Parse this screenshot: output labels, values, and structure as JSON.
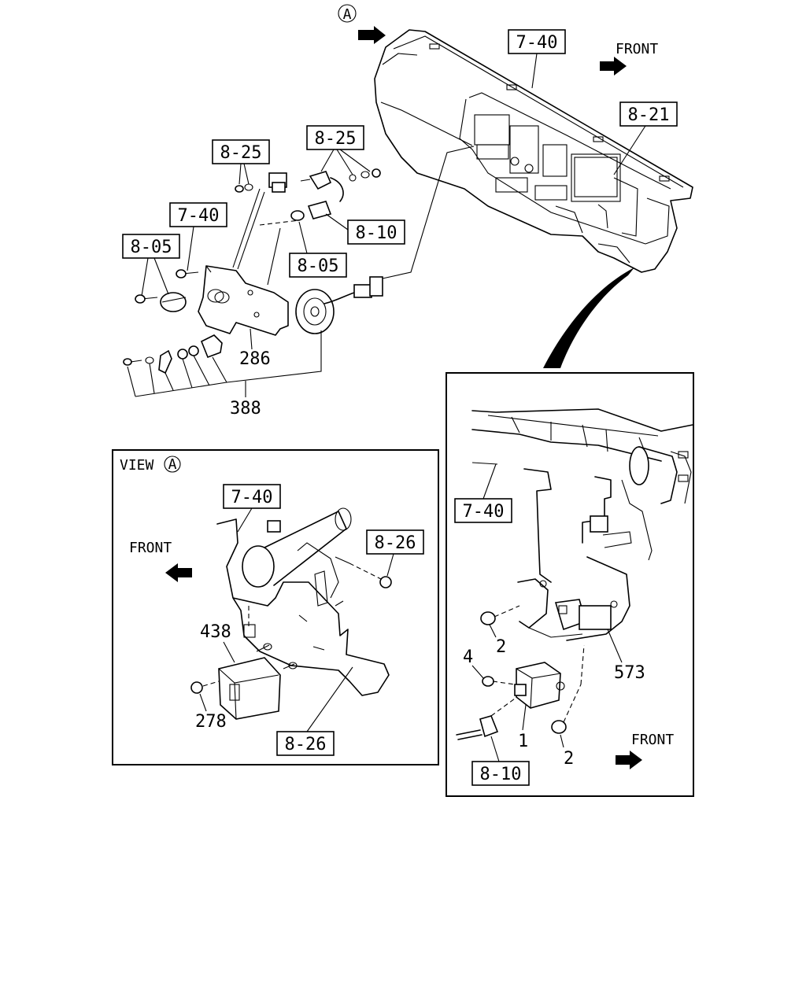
{
  "markers": {
    "view_ref": "A"
  },
  "callouts": {
    "main": {
      "c740_top": "7-40",
      "front_top": "FRONT",
      "c821": "8-21",
      "c825_left": "8-25",
      "c825_right": "8-25",
      "c740_mid": "7-40",
      "c810_mid": "8-10",
      "c805_left": "8-05",
      "c805_right": "8-05",
      "n286": "286",
      "n388": "388"
    },
    "view_a": {
      "title_prefix": "VIEW",
      "title_ref": "A",
      "c740": "7-40",
      "front": "FRONT",
      "c826_top": "8-26",
      "n438": "438",
      "n278": "278",
      "c826_bottom": "8-26"
    },
    "detail": {
      "c740": "7-40",
      "n2_a": "2",
      "n4": "4",
      "n573": "573",
      "n1": "1",
      "n2_b": "2",
      "front": "FRONT",
      "c810": "8-10"
    }
  }
}
